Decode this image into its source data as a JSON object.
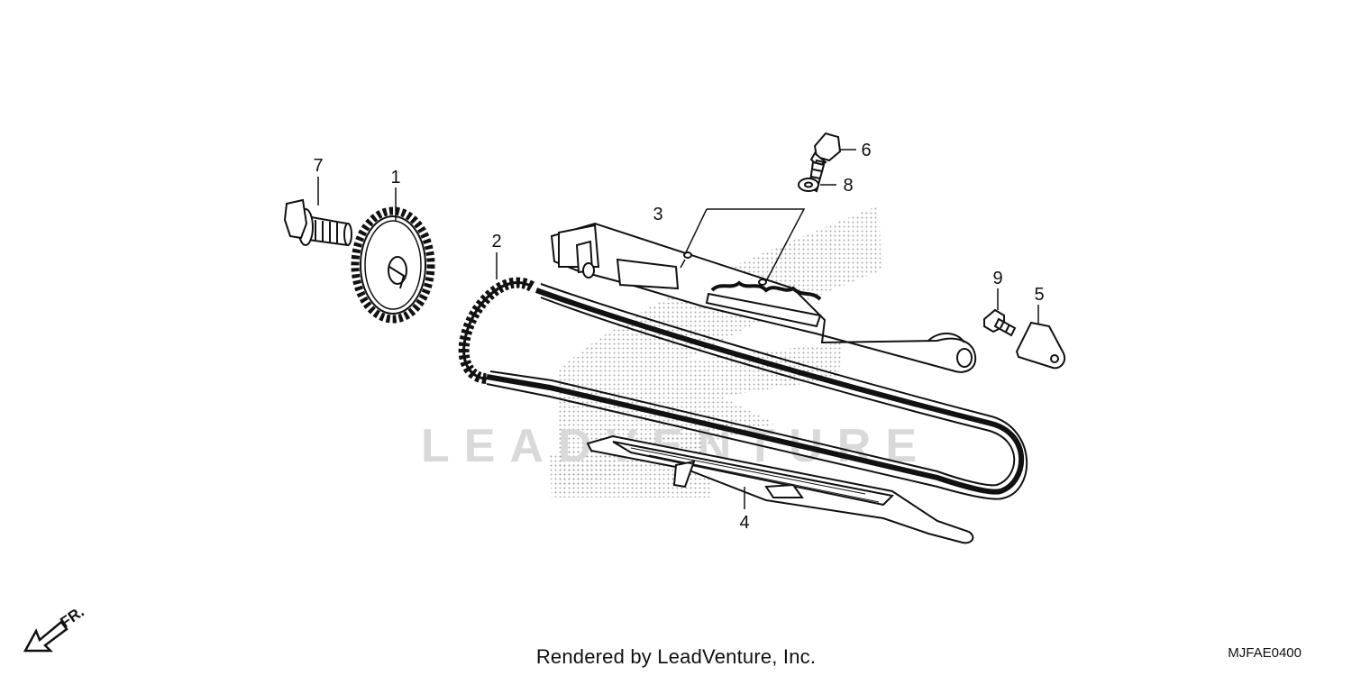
{
  "diagram": {
    "callouts": {
      "c1": "1",
      "c2": "2",
      "c3": "3",
      "c4": "4",
      "c5": "5",
      "c6": "6",
      "c7": "7",
      "c8": "8",
      "c9": "9"
    },
    "direction_label": "FR.",
    "watermark_logo_text": "LEADVENTURE",
    "credit": "Rendered by LeadVenture, Inc.",
    "diagram_code": "MJFAE0400"
  }
}
